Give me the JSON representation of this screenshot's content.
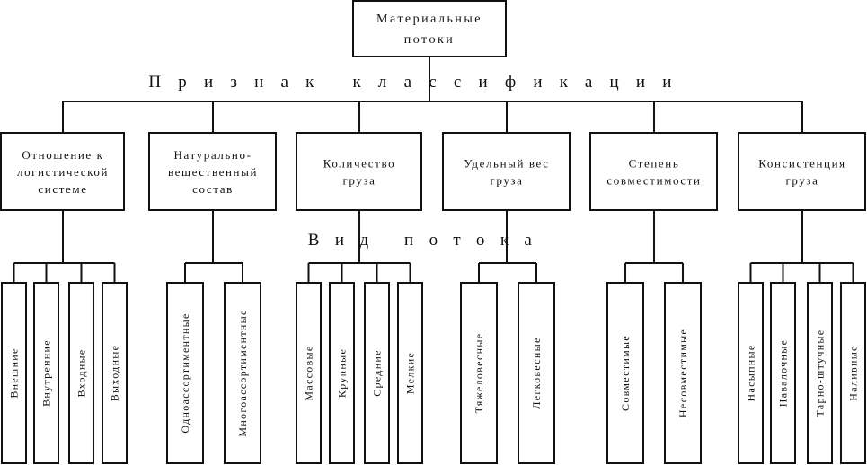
{
  "root": {
    "lines": [
      "Материальные",
      "потоки"
    ]
  },
  "criteria_label": "Признак классификации",
  "flow_label": "Вид потока",
  "groups": [
    {
      "criterion": [
        "Отношение к",
        "логистической",
        "системе"
      ],
      "types": [
        "Внешние",
        "Внутренние",
        "Входные",
        "Выходные"
      ]
    },
    {
      "criterion": [
        "Натурально-",
        "вещественный",
        "состав"
      ],
      "types": [
        "Одноассортиментные",
        "Многоассортиментные"
      ]
    },
    {
      "criterion": [
        "Количество",
        "груза"
      ],
      "types": [
        "Массовые",
        "Крупные",
        "Средние",
        "Мелкие"
      ]
    },
    {
      "criterion": [
        "Удельный вес",
        "груза"
      ],
      "types": [
        "Тяжеловесные",
        "Легковесные"
      ]
    },
    {
      "criterion": [
        "Степень",
        "совместимости"
      ],
      "types": [
        "Совместимые",
        "Несовместимые"
      ]
    },
    {
      "criterion": [
        "Консистенция",
        "груза"
      ],
      "types": [
        "Насыпные",
        "Навалочные",
        "Тарно-штучные",
        "Наливные"
      ]
    }
  ]
}
